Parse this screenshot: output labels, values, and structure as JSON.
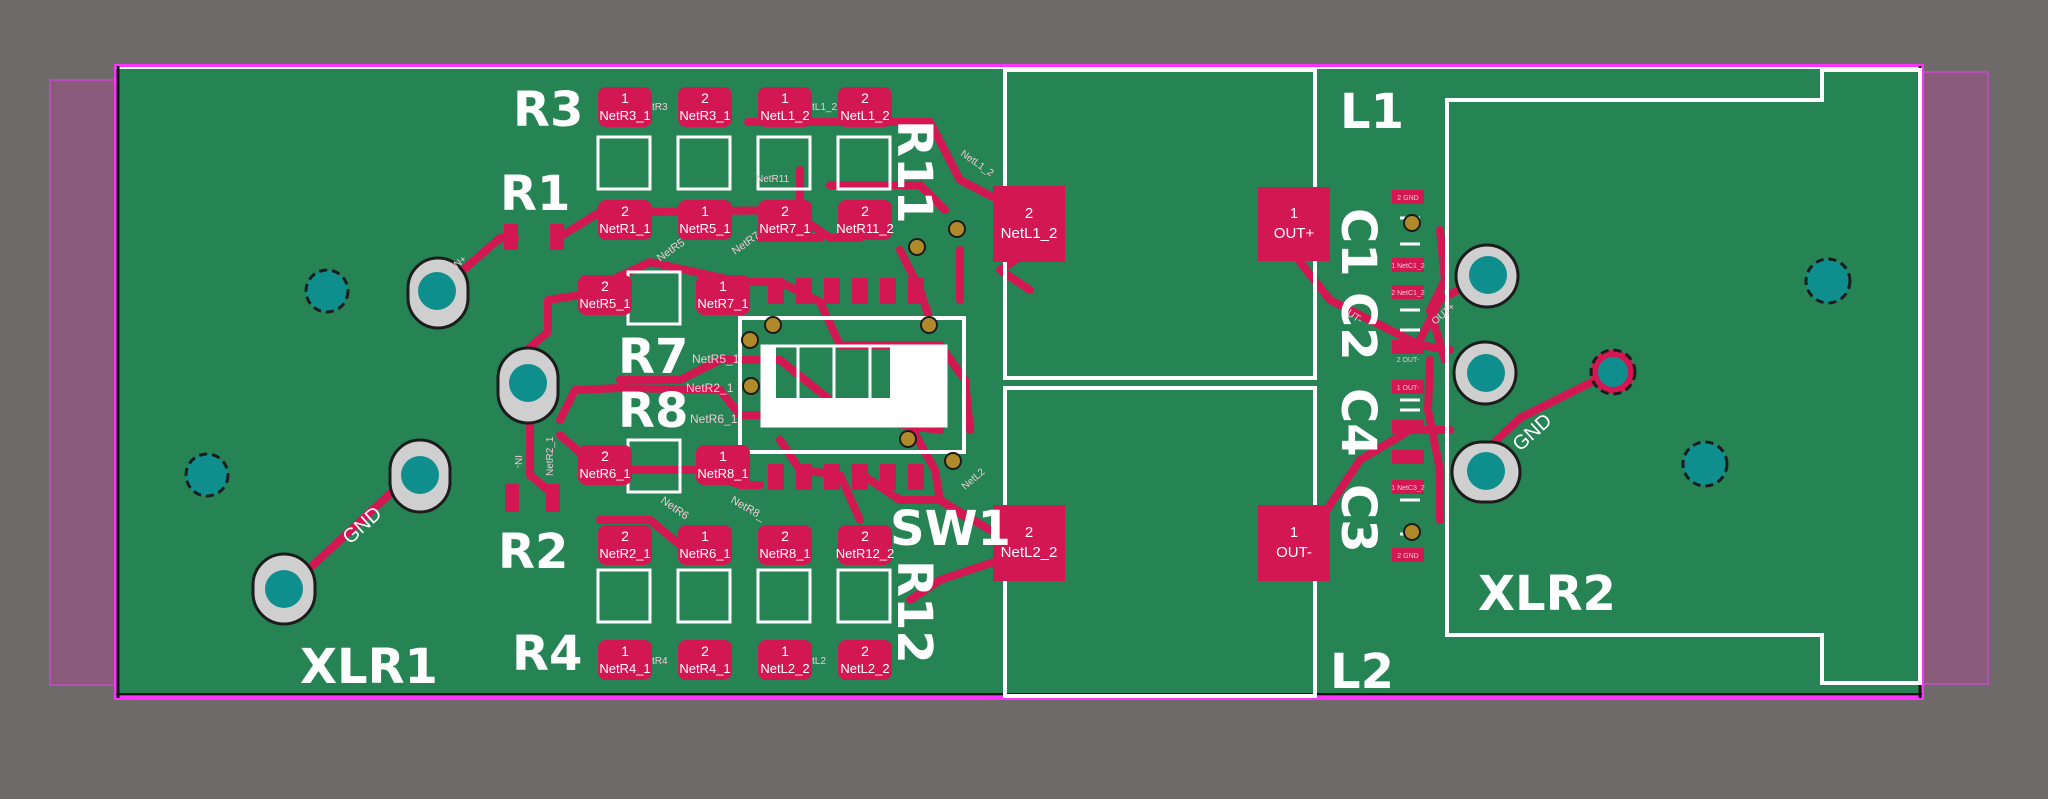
{
  "colors": {
    "background": "#6f6a6a",
    "board": "#268354",
    "copper": "#d21752",
    "silkscreen": "#ffffff",
    "board_outline": "#ff33ff",
    "keepout": "#8a5a7a",
    "drill": "#0f8e8e",
    "pad_ring": "#cfcfcf",
    "via": "#b08a2a"
  },
  "designators": {
    "r3": "R3",
    "r1": "R1",
    "r7": "R7",
    "r8": "R8",
    "r2": "R2",
    "r4": "R4",
    "r11": "R11",
    "r12": "R12",
    "sw1": "SW1",
    "l1": "L1",
    "l2": "L2",
    "c1": "C1",
    "c2": "C2",
    "c4": "C4",
    "c3": "C3",
    "xlr1": "XLR1",
    "xlr2": "XLR2"
  },
  "pads": [
    {
      "num": "1",
      "net": "NetR3_1"
    },
    {
      "num": "2",
      "net": "NetR3_1"
    },
    {
      "num": "1",
      "net": "NetL1_2"
    },
    {
      "num": "2",
      "net": "NetL1_2"
    },
    {
      "num": "2",
      "net": "NetR1_1"
    },
    {
      "num": "1",
      "net": "NetR5_1"
    },
    {
      "num": "2",
      "net": "NetR7_1"
    },
    {
      "num": "2",
      "net": "NetR11_2"
    },
    {
      "num": "2",
      "net": "NetR5_1"
    },
    {
      "num": "1",
      "net": "NetR7_1"
    },
    {
      "num": "2",
      "net": "NetR6_1"
    },
    {
      "num": "1",
      "net": "NetR8_1"
    },
    {
      "num": "2",
      "net": "NetR2_1"
    },
    {
      "num": "1",
      "net": "NetR6_1"
    },
    {
      "num": "2",
      "net": "NetR8_1"
    },
    {
      "num": "2",
      "net": "NetR12_2"
    },
    {
      "num": "1",
      "net": "NetR4_1"
    },
    {
      "num": "2",
      "net": "NetR4_1"
    },
    {
      "num": "1",
      "net": "NetL2_2"
    },
    {
      "num": "2",
      "net": "NetL2_2"
    }
  ],
  "inductor_pads": [
    {
      "num": "2",
      "net": "NetL1_2"
    },
    {
      "num": "2",
      "net": "NetL2_2"
    },
    {
      "num": "1",
      "net": "OUT+"
    },
    {
      "num": "1",
      "net": "OUT-"
    }
  ],
  "trace_labels": [
    "NetR5",
    "NetR7",
    "NetR5_1",
    "NetR2_1",
    "NetR6_1",
    "NetR6",
    "NetR8_",
    "NetL1_2",
    "NetL2",
    "NetR11",
    "IN-",
    "IN+",
    "OUT+",
    "OUT-",
    "NetR2_1",
    "tR3",
    "tL1_2",
    "tR4",
    "tL2"
  ],
  "cap_labels": [
    "2 GND",
    "1 NetC1_2",
    "2 NetC1_2",
    "2 OUT-",
    "1 OUT-",
    "1 NetC3_2",
    "2 GND"
  ],
  "gnd_label": "GND"
}
